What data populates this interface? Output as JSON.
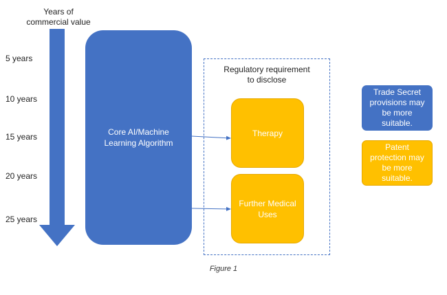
{
  "axis": {
    "title_line1": "Years of",
    "title_line2": "commercial value",
    "ticks": [
      "5 years",
      "10 years",
      "15 years",
      "20 years",
      "25 years"
    ]
  },
  "core_box": {
    "label": "Core AI/Machine Learning Algorithm"
  },
  "regulatory": {
    "title_line1": "Regulatory requirement",
    "title_line2": "to disclose",
    "boxes": [
      "Therapy",
      "Further Medical Uses"
    ]
  },
  "legend": {
    "blue": "Trade Secret provisions may be more suitable.",
    "orange": "Patent protection may be more suitable."
  },
  "caption": "Figure 1",
  "colors": {
    "blue": "#4472C4",
    "orange": "#FFC000"
  }
}
